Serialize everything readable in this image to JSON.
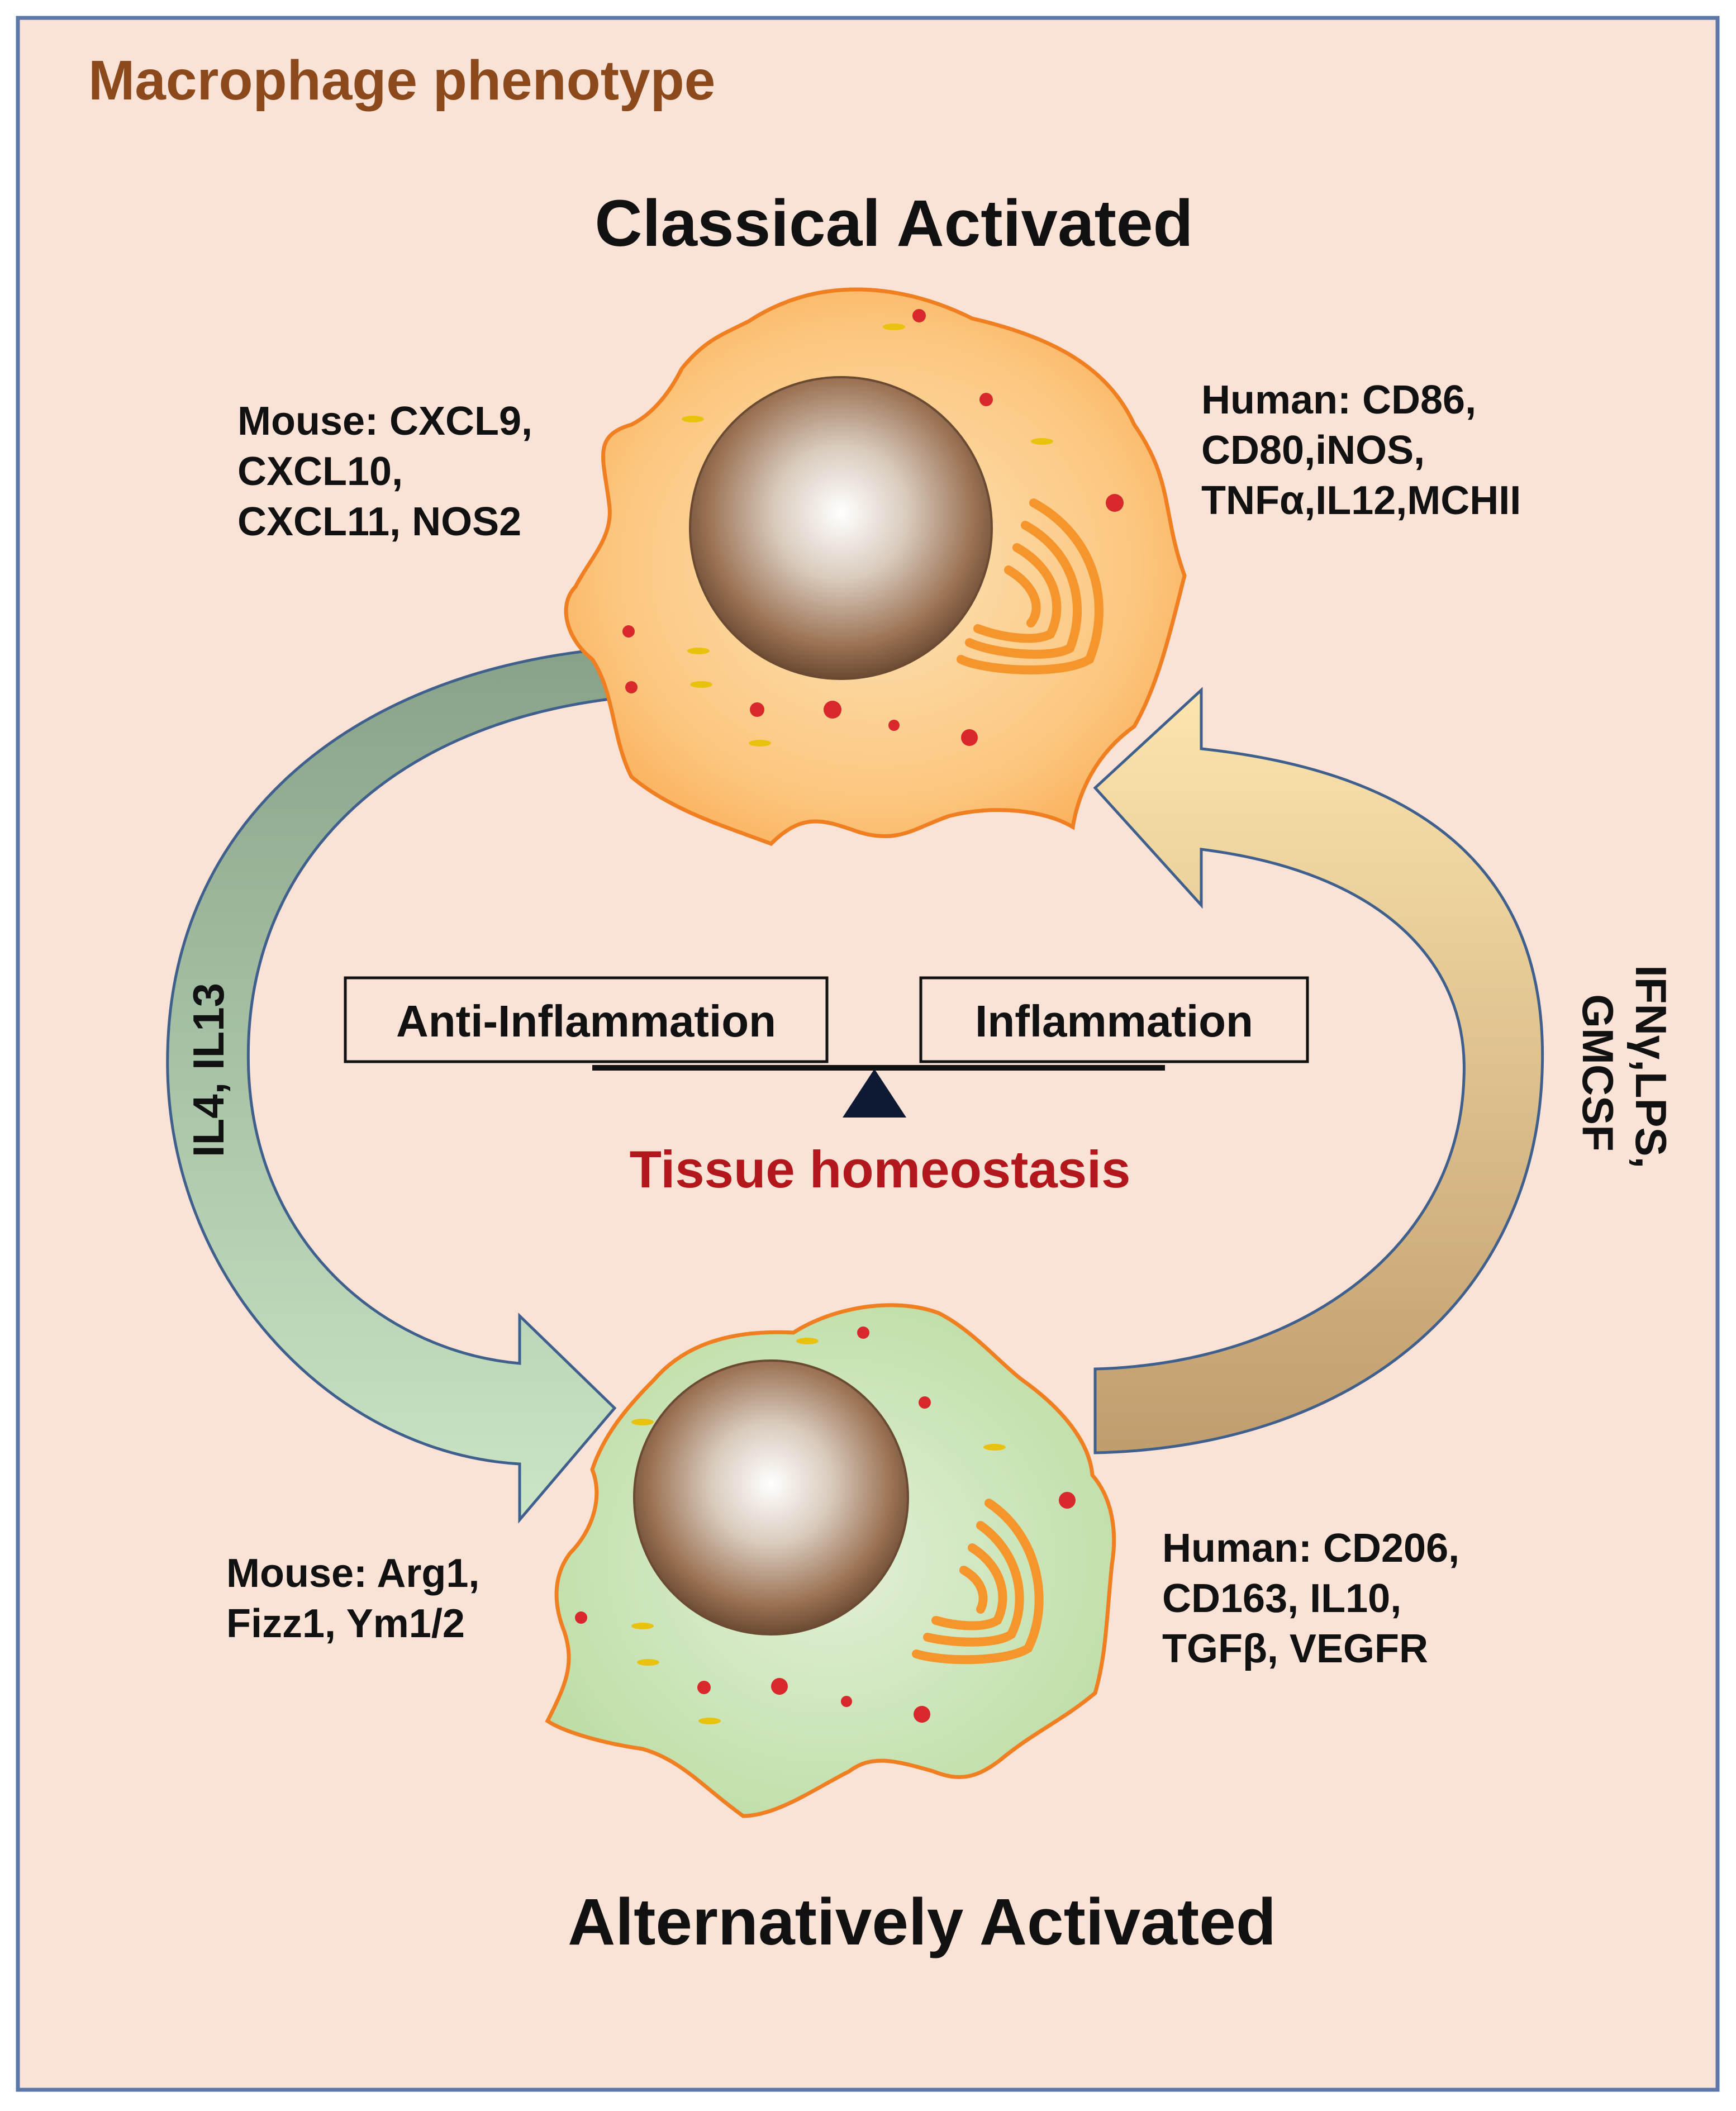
{
  "colors": {
    "frame_border": "#5b78a8",
    "background": "#fae3d6",
    "title": "#8c4a1c",
    "homeostasis": "#b2171c",
    "text": "#111111",
    "m1_fill": "#fbbf72",
    "m1_outline": "#f07f22",
    "m2_fill": "#c7e2b3",
    "m2_outline": "#f07f22",
    "nucleus": "#8a6548",
    "arrow_left_top": "#8aa68b",
    "arrow_left_bottom": "#c6e2c0",
    "arrow_right_top": "#fbe1a8",
    "arrow_right_bottom": "#c6a477",
    "organelle_red": "#d8282b",
    "organelle_yellow": "#e9c20d"
  },
  "title": "Macrophage phenotype",
  "classical": {
    "heading": "Classical Activated",
    "mouse_lines": [
      "Mouse: CXCL9,",
      "CXCL10,",
      "CXCL11, NOS2"
    ],
    "human_lines": [
      "Human: CD86,",
      "CD80,iNOS,",
      "TNFα,IL12,MCHII"
    ]
  },
  "alternative": {
    "heading": "Alternatively Activated",
    "mouse_lines": [
      "Mouse: Arg1,",
      "Fizz1, Ym1/2"
    ],
    "human_lines": [
      "Human: CD206,",
      "CD163, IL10,",
      "TGFβ, VEGFR"
    ]
  },
  "arrows": {
    "left_label": "IL4, IL13",
    "right_label_lines": [
      "IFNγ,LPS,",
      "GMCSF"
    ]
  },
  "balance": {
    "left_box": "Anti-Inflammation",
    "right_box": "Inflammation",
    "caption": "Tissue homeostasis"
  }
}
